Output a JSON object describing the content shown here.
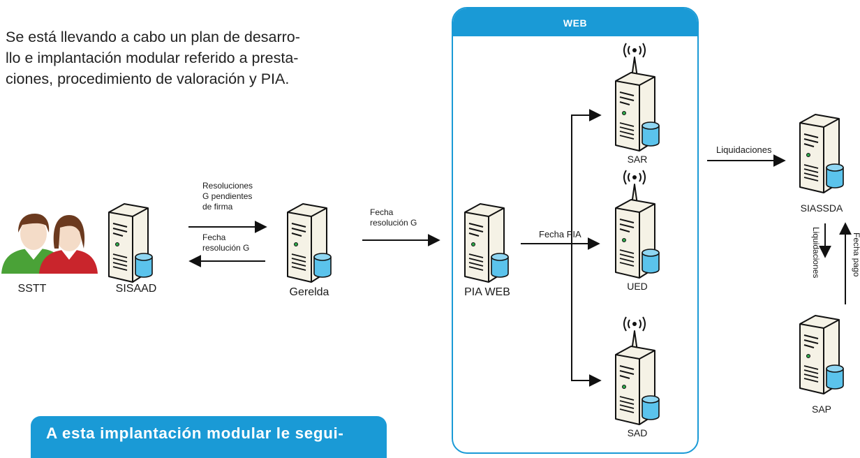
{
  "intro": {
    "line1": "Se está llevando a cabo un plan de desarro-",
    "line2": "llo e implantación modular referido a presta-",
    "line3": "ciones, procedimiento de valoración y PIA."
  },
  "web_header": "WEB",
  "nodes": {
    "sstt": "SSTT",
    "sisaad": "SISAAD",
    "gerelda": "Gerelda",
    "pia_web": "PIA WEB",
    "sar": "SAR",
    "ued": "UED",
    "sad": "SAD",
    "siassda": "SIASSDA",
    "sap": "SAP"
  },
  "edges": {
    "resoluciones_1": "Resoluciones",
    "resoluciones_2": "G pendientes",
    "resoluciones_3": "de firma",
    "fecha_res_1": "Fecha",
    "fecha_res_2": "resolución G",
    "fecha_res_web_1": "Fecha",
    "fecha_res_web_2": "resolución G",
    "fecha_pia": "Fecha PIA",
    "liquidaciones_h": "Liquidaciones",
    "liquidaciones_v": "Liquidaciones",
    "fecha_pago": "Fecha pago"
  },
  "banner": "A esta implantación modular le segui-",
  "colors": {
    "accent": "#1a9ad6",
    "server_fill": "#f5f2e6",
    "db_fill": "#5bc3ec",
    "green_person": "#4aa237",
    "red_person": "#c9252c",
    "hair": "#6b3a1f"
  }
}
